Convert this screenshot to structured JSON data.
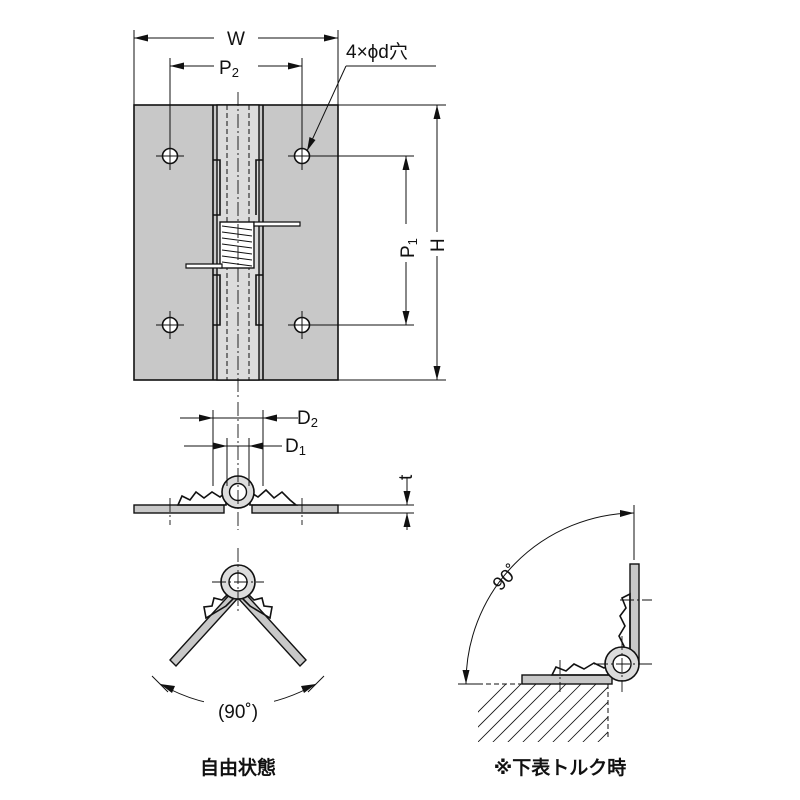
{
  "labels": {
    "width": "W",
    "pitch2_main": "P",
    "pitch2_sub": "2",
    "holes": "4×ϕd穴",
    "pitch1_main": "P",
    "pitch1_sub": "1",
    "height": "H",
    "diameter2_main": "D",
    "diameter2_sub": "2",
    "diameter1_main": "D",
    "diameter1_sub": "1",
    "thickness": "t",
    "angle_free": "(90˚)",
    "angle_torque": "90˚"
  },
  "captions": {
    "free_state": "自由状態",
    "torque_state": "※下表トルク時"
  }
}
